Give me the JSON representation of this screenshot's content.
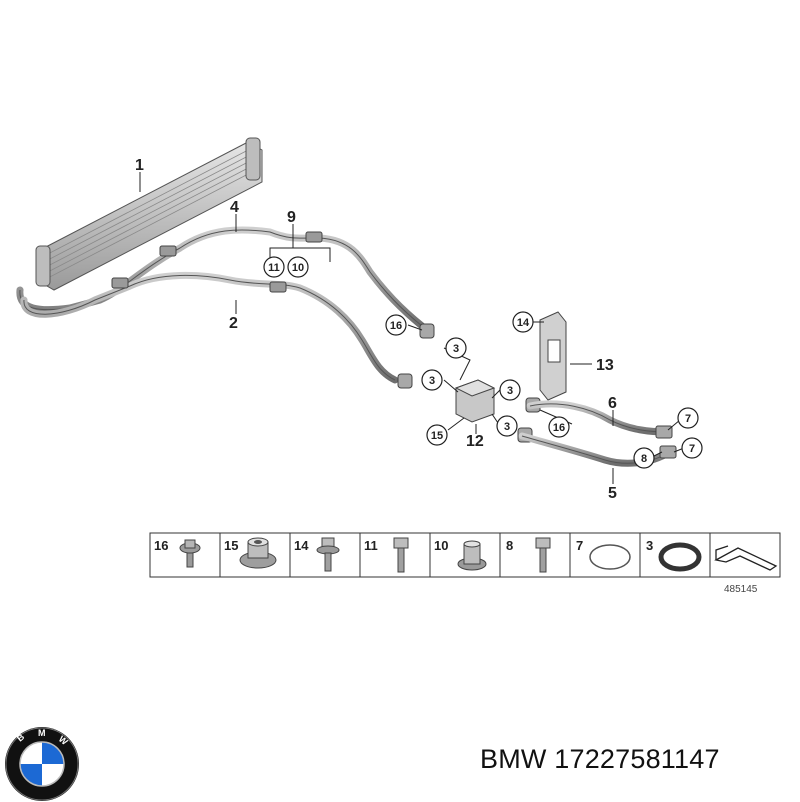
{
  "callouts": {
    "c1": "1",
    "c2": "2",
    "c4": "4",
    "c5": "5",
    "c6": "6",
    "c9": "9",
    "c12": "12",
    "c13": "13",
    "circ3a": "3",
    "circ3b": "3",
    "circ3c": "3",
    "circ3d": "3",
    "circ7a": "7",
    "circ7b": "7",
    "circ8": "8",
    "circ10": "10",
    "circ11": "11",
    "circ14": "14",
    "circ15": "15",
    "circ16a": "16",
    "circ16b": "16"
  },
  "parts_strip": [
    {
      "num": "16",
      "icon": "bolt-with-collar-icon"
    },
    {
      "num": "15",
      "icon": "flange-nut-icon"
    },
    {
      "num": "14",
      "icon": "flange-bolt-icon"
    },
    {
      "num": "11",
      "icon": "hex-bolt-icon"
    },
    {
      "num": "10",
      "icon": "spacer-sleeve-icon"
    },
    {
      "num": "8",
      "icon": "hex-bolt-icon"
    },
    {
      "num": "7",
      "icon": "o-ring-thin-icon"
    },
    {
      "num": "3",
      "icon": "o-ring-thick-icon"
    },
    {
      "num": "",
      "icon": "direction-arrow-icon"
    }
  ],
  "diagram_id": "485145",
  "footer": {
    "brand": "BMW",
    "part_number_text": "BMW 17227581147"
  },
  "logo": {
    "letters": "BMW",
    "colors": {
      "blue": "#1c69d4",
      "white": "#ffffff",
      "ring": "#111111"
    }
  }
}
